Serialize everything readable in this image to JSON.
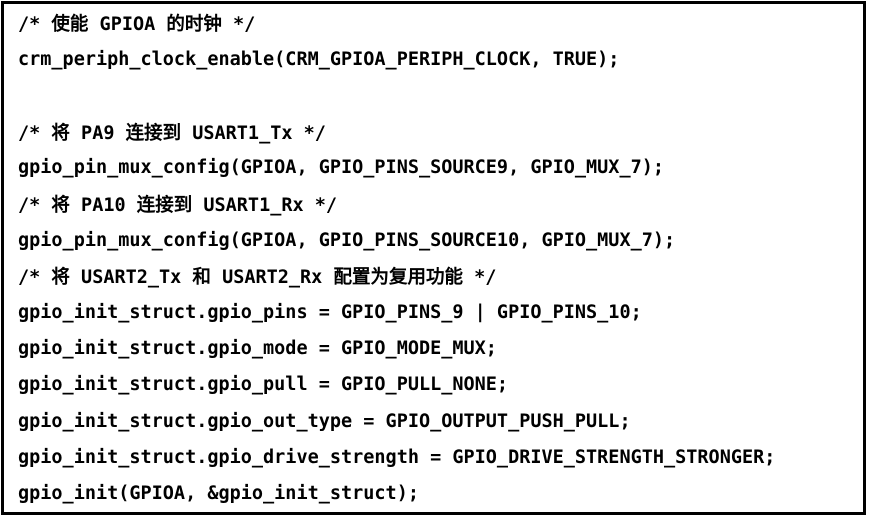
{
  "figure": {
    "type": "code-listing",
    "language": "c"
  },
  "colors": {
    "background": "#ffffff",
    "border": "#000000",
    "text": "#000000"
  },
  "code_block": {
    "lines": [
      "/* 使能 GPIOA 的时钟 */",
      "crm_periph_clock_enable(CRM_GPIOA_PERIPH_CLOCK, TRUE);",
      "",
      "/* 将 PA9 连接到 USART1_Tx */",
      "gpio_pin_mux_config(GPIOA, GPIO_PINS_SOURCE9, GPIO_MUX_7);",
      "/* 将 PA10 连接到 USART1_Rx */",
      "gpio_pin_mux_config(GPIOA, GPIO_PINS_SOURCE10, GPIO_MUX_7);",
      "/* 将 USART2_Tx 和 USART2_Rx 配置为复用功能 */",
      "gpio_init_struct.gpio_pins = GPIO_PINS_9 | GPIO_PINS_10;",
      "gpio_init_struct.gpio_mode = GPIO_MODE_MUX;",
      "gpio_init_struct.gpio_pull = GPIO_PULL_NONE;",
      "gpio_init_struct.gpio_out_type = GPIO_OUTPUT_PUSH_PULL;",
      "gpio_init_struct.gpio_drive_strength = GPIO_DRIVE_STRENGTH_STRONGER;",
      "gpio_init(GPIOA, &gpio_init_struct);"
    ]
  }
}
